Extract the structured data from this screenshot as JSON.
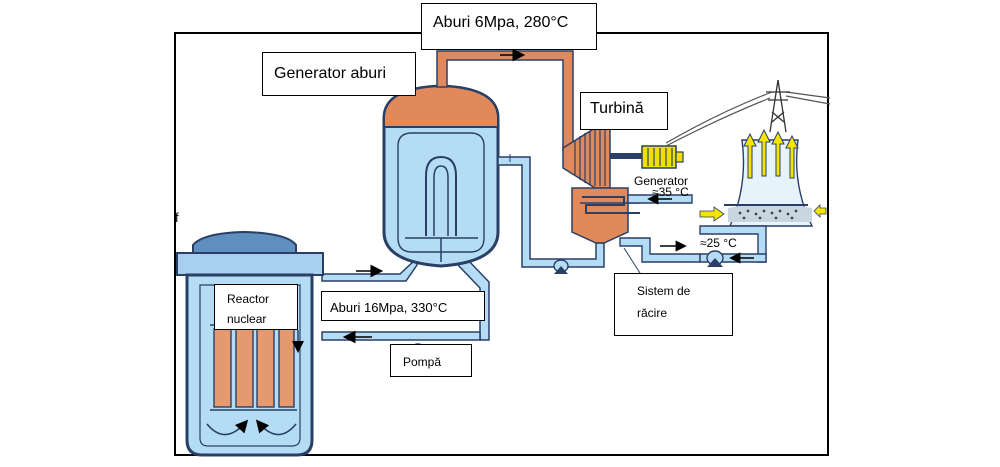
{
  "labels": {
    "steam_top": "Aburi 6Mpa, 280°C",
    "steam_generator": "Generator aburi",
    "turbine": "Turbină",
    "reactor_line1": "Reactor",
    "reactor_line2": "nuclear",
    "steam_primary": "Aburi 16Mpa, 330°C",
    "pump": "Pompă",
    "cooling_line1": "Sistem de",
    "cooling_line2": "răcire"
  },
  "embedded_text": {
    "generator": "Generator",
    "temp_hot": "≈35 °C",
    "temp_cold": "≈25 °C",
    "stray_mark": "f"
  },
  "colors": {
    "water": "#b4dcf5",
    "steam": "#e08a5c",
    "fuel": "#e49a6e",
    "vessel": "#7fb6e6",
    "generator": "#f0e000",
    "arrow_yellow": "#f5e400"
  }
}
